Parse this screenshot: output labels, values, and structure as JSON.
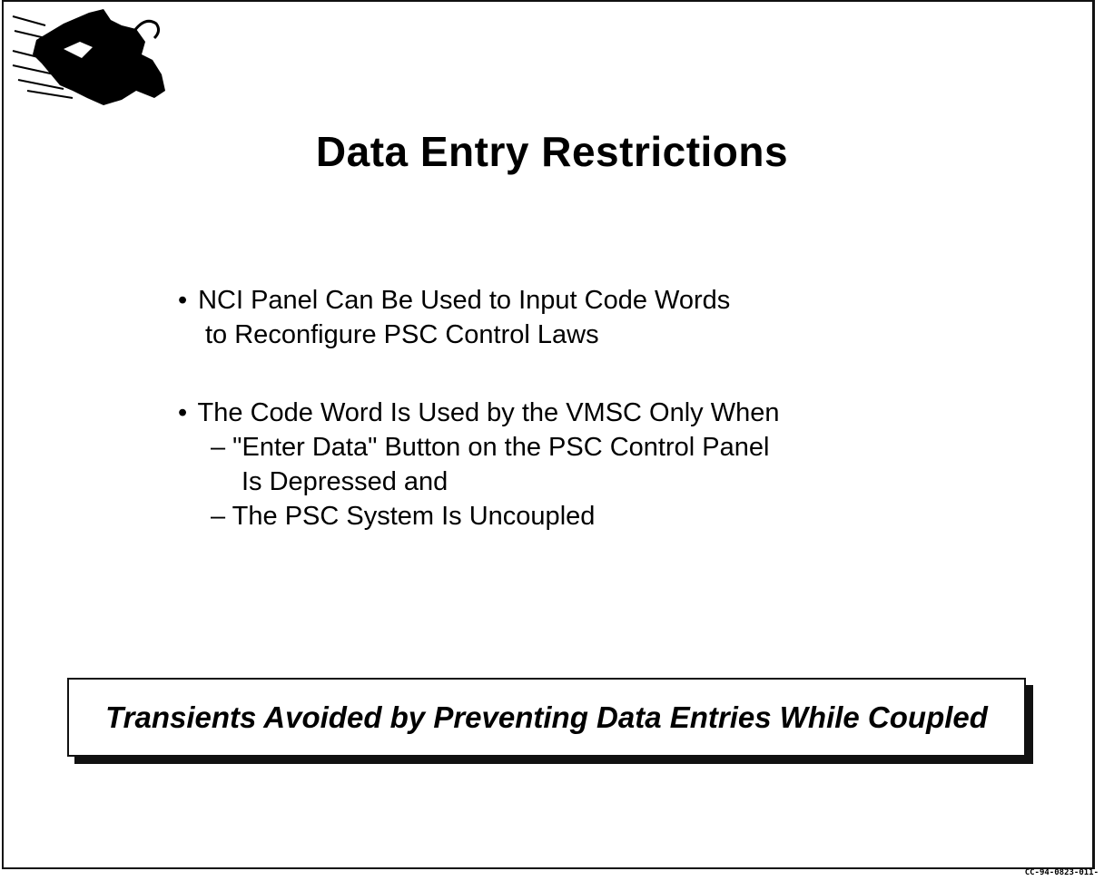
{
  "slide": {
    "title": "Data Entry Restrictions",
    "bullets": [
      {
        "lines": [
          "NCI Panel Can Be Used to Input Code Words",
          "to Reconfigure PSC Control Laws"
        ]
      },
      {
        "lines": [
          "The Code Word Is Used by the VMSC Only When"
        ],
        "sub_items": [
          {
            "lines": [
              "– \"Enter Data\" Button on the PSC Control Panel",
              "Is Depressed and"
            ]
          },
          {
            "lines": [
              "– The PSC System Is Uncoupled"
            ]
          }
        ]
      }
    ],
    "bullet_symbol": "•",
    "callout": "Transients Avoided by Preventing Data Entries While Coupled",
    "doc_code": "CC-94-0823-011-",
    "logo_icon": "aircraft-silhouette-icon"
  }
}
